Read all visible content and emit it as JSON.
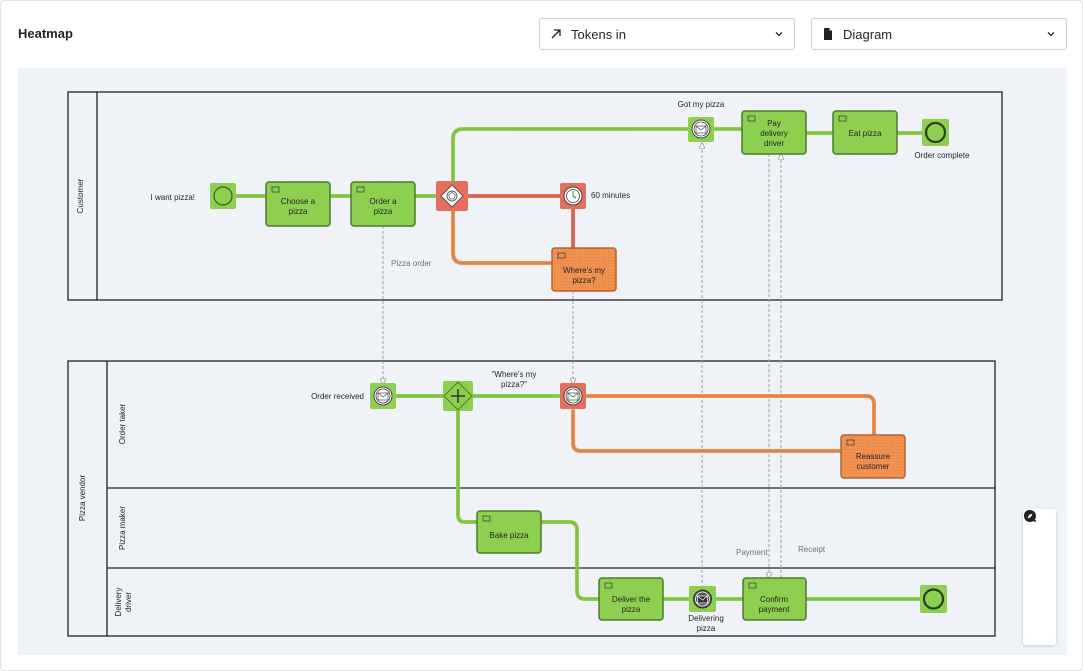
{
  "header": {
    "title": "Heatmap",
    "tokens_select": {
      "value": "Tokens in",
      "icon": "arrow-up-right-icon"
    },
    "view_select": {
      "value": "Diagram",
      "icon": "document-icon"
    }
  },
  "colors": {
    "hot": "#e46f5c",
    "warm": "#f0914f",
    "cool": "#8dd04f",
    "lane_border": "#222222",
    "canvas": "#eff3f8"
  },
  "pools": {
    "customer": {
      "label": "Customer"
    },
    "vendor": {
      "label": "Pizza vendor",
      "lanes": [
        {
          "label": "Order taker"
        },
        {
          "label": "Pizza maker"
        },
        {
          "label": "Delivery driver"
        }
      ]
    }
  },
  "elements": {
    "start_hungry": {
      "label": "I want pizza!"
    },
    "choose_pizza": {
      "label": "Choose a pizza"
    },
    "order_pizza": {
      "label": "Order a pizza"
    },
    "timer": {
      "label": "60 minutes"
    },
    "wheres_pizza": {
      "label": "Where's my pizza?"
    },
    "got_pizza": {
      "label": "Got my pizza"
    },
    "pay_driver": {
      "label": "Pay delivery driver"
    },
    "eat_pizza": {
      "label": "Eat pizza"
    },
    "order_complete": {
      "label": "Order complete"
    },
    "order_received": {
      "label": "Order received"
    },
    "wheres_msg": {
      "label": "\"Where's my pizza?\""
    },
    "reassure": {
      "label": "Reassure customer"
    },
    "bake_pizza": {
      "label": "Bake  pizza"
    },
    "deliver_pizza": {
      "label": "Deliver the pizza"
    },
    "delivering": {
      "label": "Delivering pizza"
    },
    "confirm_payment": {
      "label": "Confirm payment"
    }
  },
  "message_flows": {
    "pizza_order": "Pizza order",
    "payment": "Payment",
    "receipt": "Receipt"
  },
  "zoom_controls": [
    "zoom-in-icon",
    "zoom-reset-icon",
    "zoom-out-icon",
    "compass-icon"
  ]
}
